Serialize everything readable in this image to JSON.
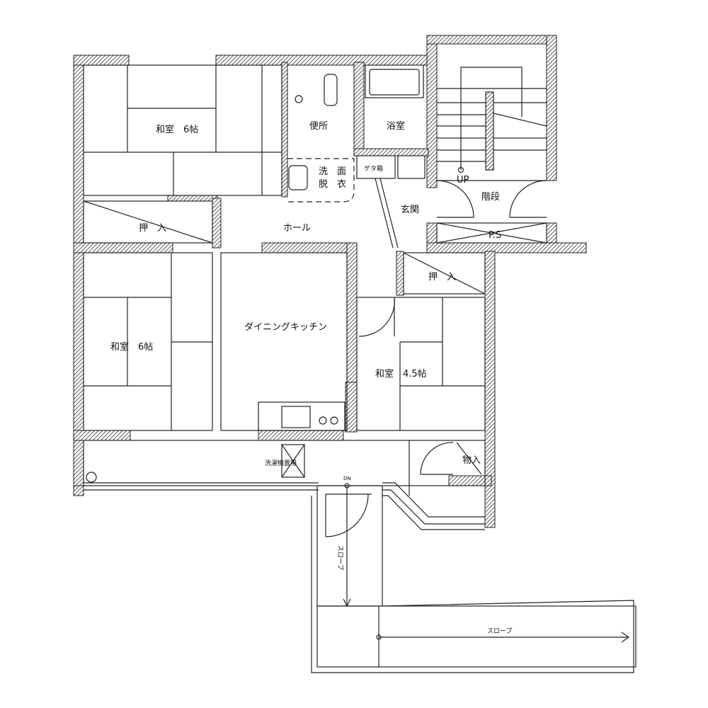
{
  "rooms": {
    "washitsu_top": "和室　6帖",
    "toilet": "便所",
    "bath": "浴室",
    "senmen": "洗　面",
    "datsui": "脱　衣",
    "geta": "ゲタ箱",
    "genkan": "玄関",
    "up": "UP",
    "stairs": "階段",
    "ps": "P.S",
    "oshiire_left": "押　入",
    "hall": "ホール",
    "oshiire_right": "押　入",
    "washitsu_left": "和室　6帖",
    "dk": "ダイニングキッチン",
    "washitsu_small": "和室　4.5帖",
    "laundry": "洗濯機置場",
    "storage": "物入",
    "dn": "DN",
    "slope_v": "スロープ",
    "slope_h": "スロープ"
  }
}
